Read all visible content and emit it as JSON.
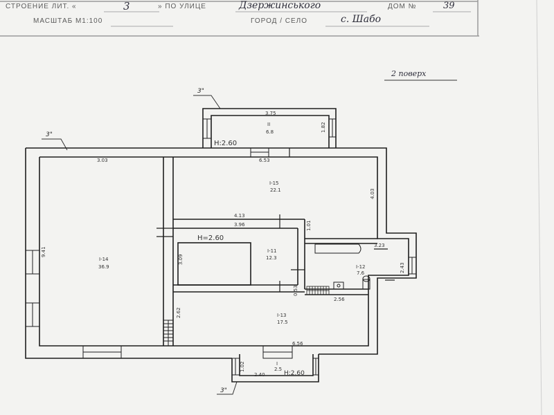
{
  "header": {
    "building_label": "СТРОЕНИЕ ЛИТ. «",
    "building_value": "3",
    "street_label": "» ПО УЛИЦЕ",
    "street_value": "Дзержинського",
    "house_label": "ДОМ №",
    "house_value": "39",
    "scale_label": "МАСШТАБ М1:100",
    "locality_label": "ГОРОД / СЕЛО",
    "locality_value": "с. Шабо"
  },
  "floor_label": "2 поверх",
  "height_labels": {
    "top_porch": "H:2.60",
    "middle": "H=2.60",
    "bottom_porch": "H:2.60"
  },
  "quote_marks": {
    "top_porch": "3\"",
    "main": "3\"",
    "bottom": "3\""
  },
  "rooms": [
    {
      "id": "porch-top",
      "code": "II",
      "area": "6.8"
    },
    {
      "id": "room-15",
      "code": "I-15",
      "area": "22.1"
    },
    {
      "id": "room-14",
      "code": "I-14",
      "area": "36.9"
    },
    {
      "id": "room-11",
      "code": "I-11",
      "area": "12.3"
    },
    {
      "id": "room-12",
      "code": "I-12",
      "area": "7.6"
    },
    {
      "id": "room-13",
      "code": "I-13",
      "area": "17.5"
    },
    {
      "id": "porch-bottom",
      "code": "I",
      "area": "2.5"
    }
  ],
  "dimensions": {
    "top_porch_width": "3.75",
    "top_porch_depth": "1.82",
    "room14_top": "3.03",
    "room15_bottom_wall": "6.53",
    "room15_right": "4.03",
    "mid_top": "4.13",
    "mid_inner": "3.96",
    "mid_right": "1.01",
    "room11_left": "3.09",
    "left_wall": "9.41",
    "bath_top": "3.23",
    "bath_right": "2.43",
    "bath_bottom": "2.56",
    "small_vert": "0.53",
    "room13_left": "2.62",
    "bottom_wall": "6.56",
    "porch_bottom_width": "2.40",
    "porch_bottom_left": "1.02"
  }
}
